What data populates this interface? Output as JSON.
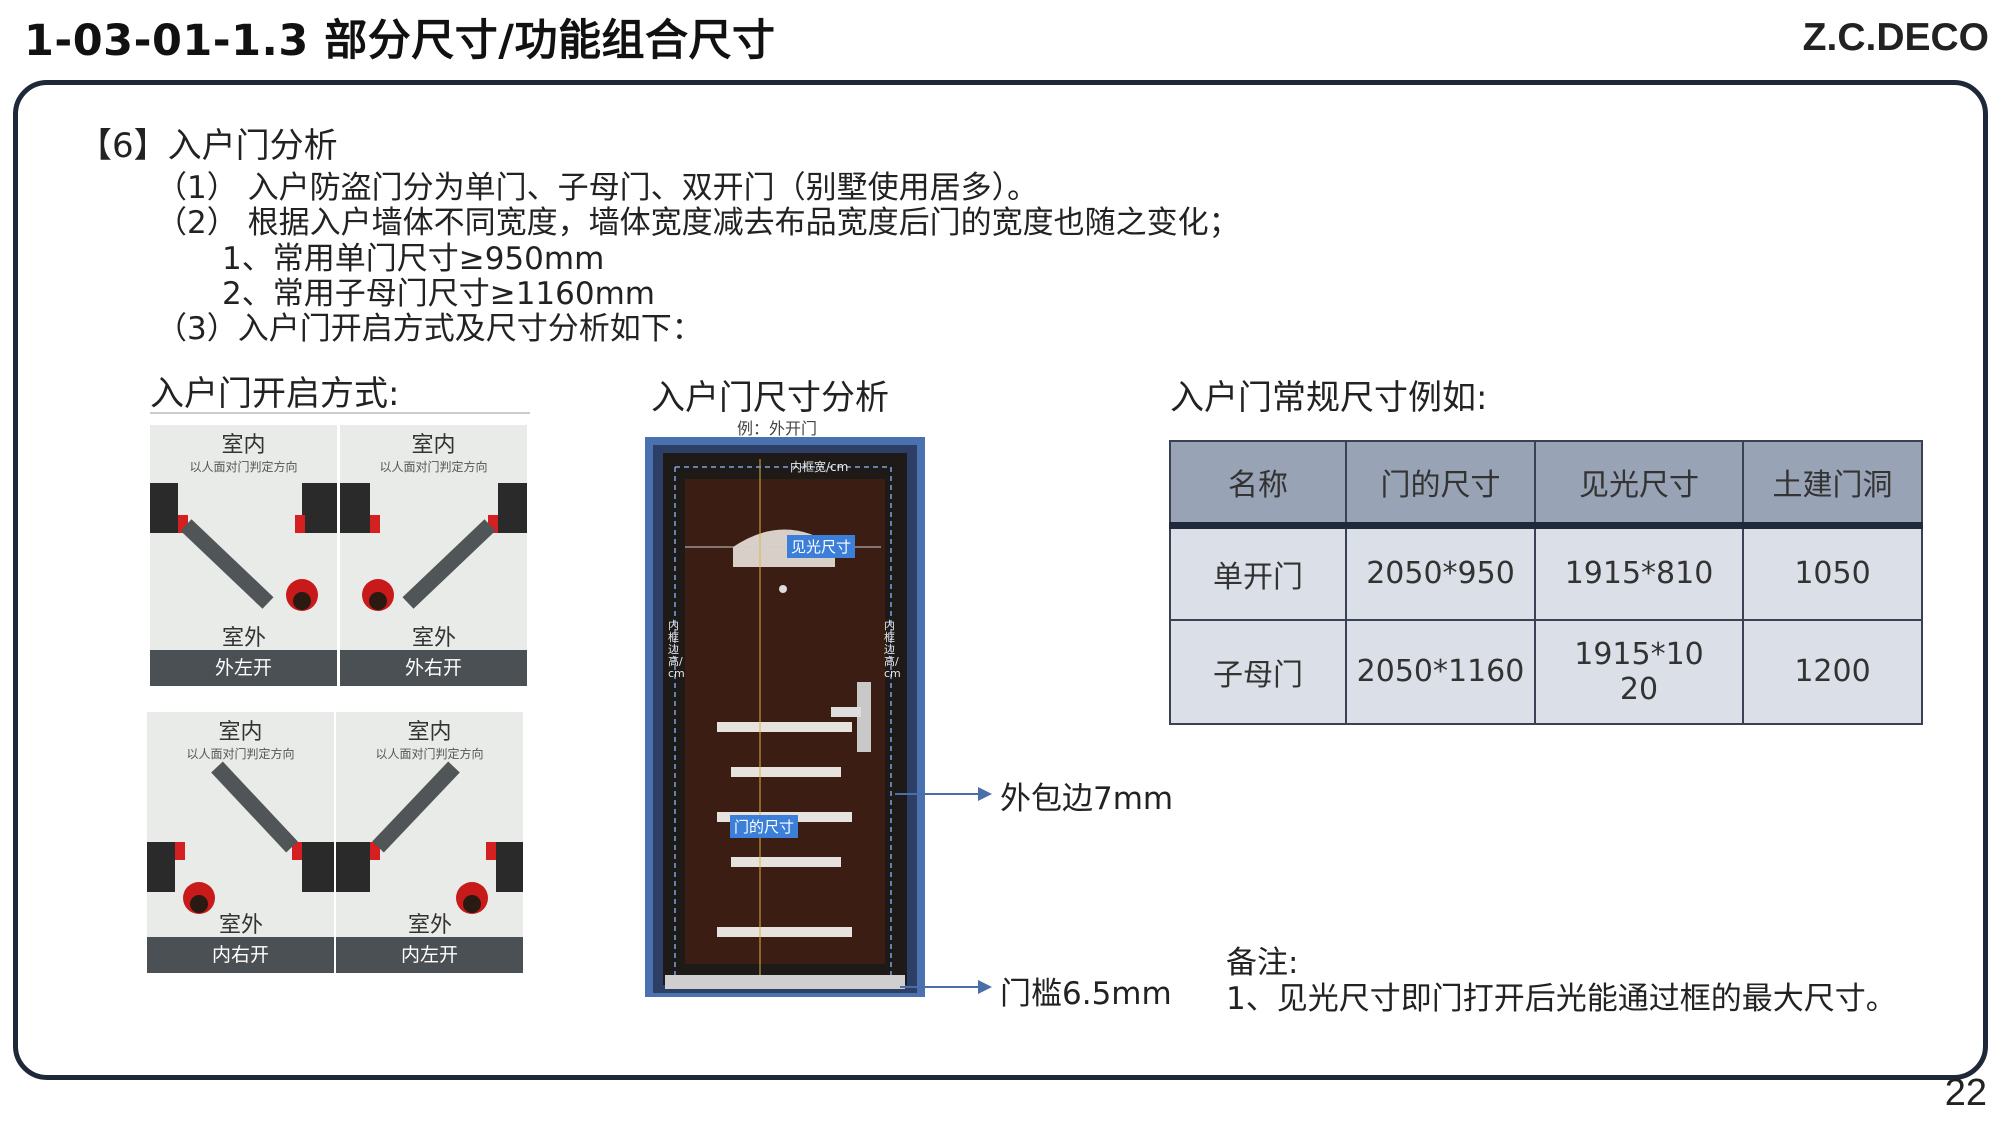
{
  "header": {
    "title": "1-03-01-1.3 部分尺寸/功能组合尺寸",
    "brand": "Z.C.DECO",
    "page_number": "22"
  },
  "intro": {
    "section_title": "【6】入户门分析",
    "line1": "（1） 入户防盗门分为单门、子母门、双开门（别墅使用居多）。",
    "line2": "（2） 根据入户墙体不同宽度，墙体宽度减去布品宽度后门的宽度也随之变化；",
    "line3": "1、常用单门尺寸≥950mm",
    "line4": "2、常用子母门尺寸≥1160mm",
    "line5": "（3）入户门开启方式及尺寸分析如下："
  },
  "opening": {
    "title": "入户门开启方式:",
    "cards": [
      {
        "indoor": "室内",
        "note": "以人面对门判定方向",
        "outdoor": "室外",
        "label": "外左开"
      },
      {
        "indoor": "室内",
        "note": "以人面对门判定方向",
        "outdoor": "室外",
        "label": "外右开"
      },
      {
        "indoor": "室内",
        "note": "以人面对门判定方向",
        "outdoor": "室外",
        "label": "内右开"
      },
      {
        "indoor": "室内",
        "note": "以人面对门判定方向",
        "outdoor": "室外",
        "label": "内左开"
      }
    ]
  },
  "door_analysis": {
    "title": "入户门尺寸分析",
    "example": "例：外开门",
    "inner_frame_width": "内框宽/cm",
    "visible_size_tag": "见光尺寸",
    "door_size_tag": "门的尺寸",
    "inner_frame_height": "内框边高/cm",
    "trim": "外包边7mm",
    "threshold": "门槛6.5mm"
  },
  "sizes": {
    "title": "入户门常规尺寸例如:",
    "headers": [
      "名称",
      "门的尺寸",
      "见光尺寸",
      "土建门洞"
    ],
    "rows": [
      [
        "单开门",
        "2050*950",
        "1915*810",
        "1050"
      ],
      [
        "子母门",
        "2050*1160",
        "1915*1020",
        "1200"
      ]
    ]
  },
  "notes": {
    "title": "备注:",
    "line1": "1、见光尺寸即门打开后光能通过框的最大尺寸。"
  },
  "colors": {
    "frame": "#1f2838",
    "table_header": "#98a3b5",
    "table_body": "#dbe0e8",
    "door": "#3a1c14",
    "tag_blue": "#3b7fd8"
  }
}
